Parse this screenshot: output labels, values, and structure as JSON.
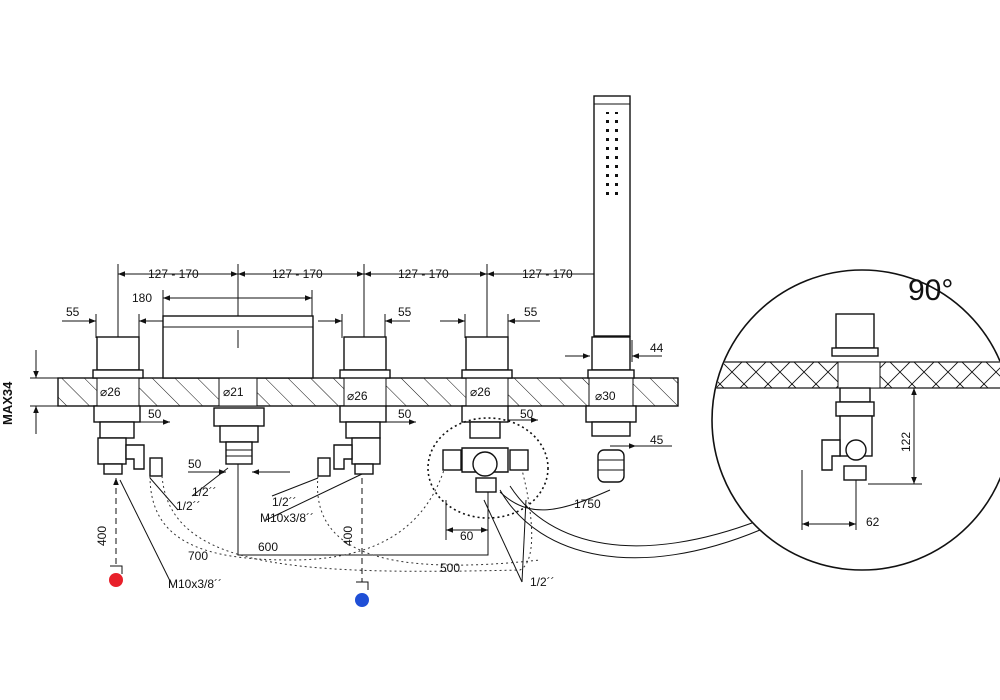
{
  "labels": {
    "spacing": "127 - 170",
    "w180": "180",
    "w55": "55",
    "w44": "44",
    "w45": "45",
    "w50": "50",
    "w60": "60",
    "w62": "62",
    "h122": "122",
    "d26": "⌀26",
    "d21": "⌀21",
    "d30": "⌀30",
    "max34": "MAX34",
    "l1750": "1750",
    "l400": "400",
    "l600": "600",
    "l700": "700",
    "l500": "500",
    "half": "1/2´´",
    "m10": "M10x3/8´´",
    "angle": "90°"
  },
  "colors": {
    "hot": "#e8202a",
    "cold": "#1f4fd6"
  }
}
